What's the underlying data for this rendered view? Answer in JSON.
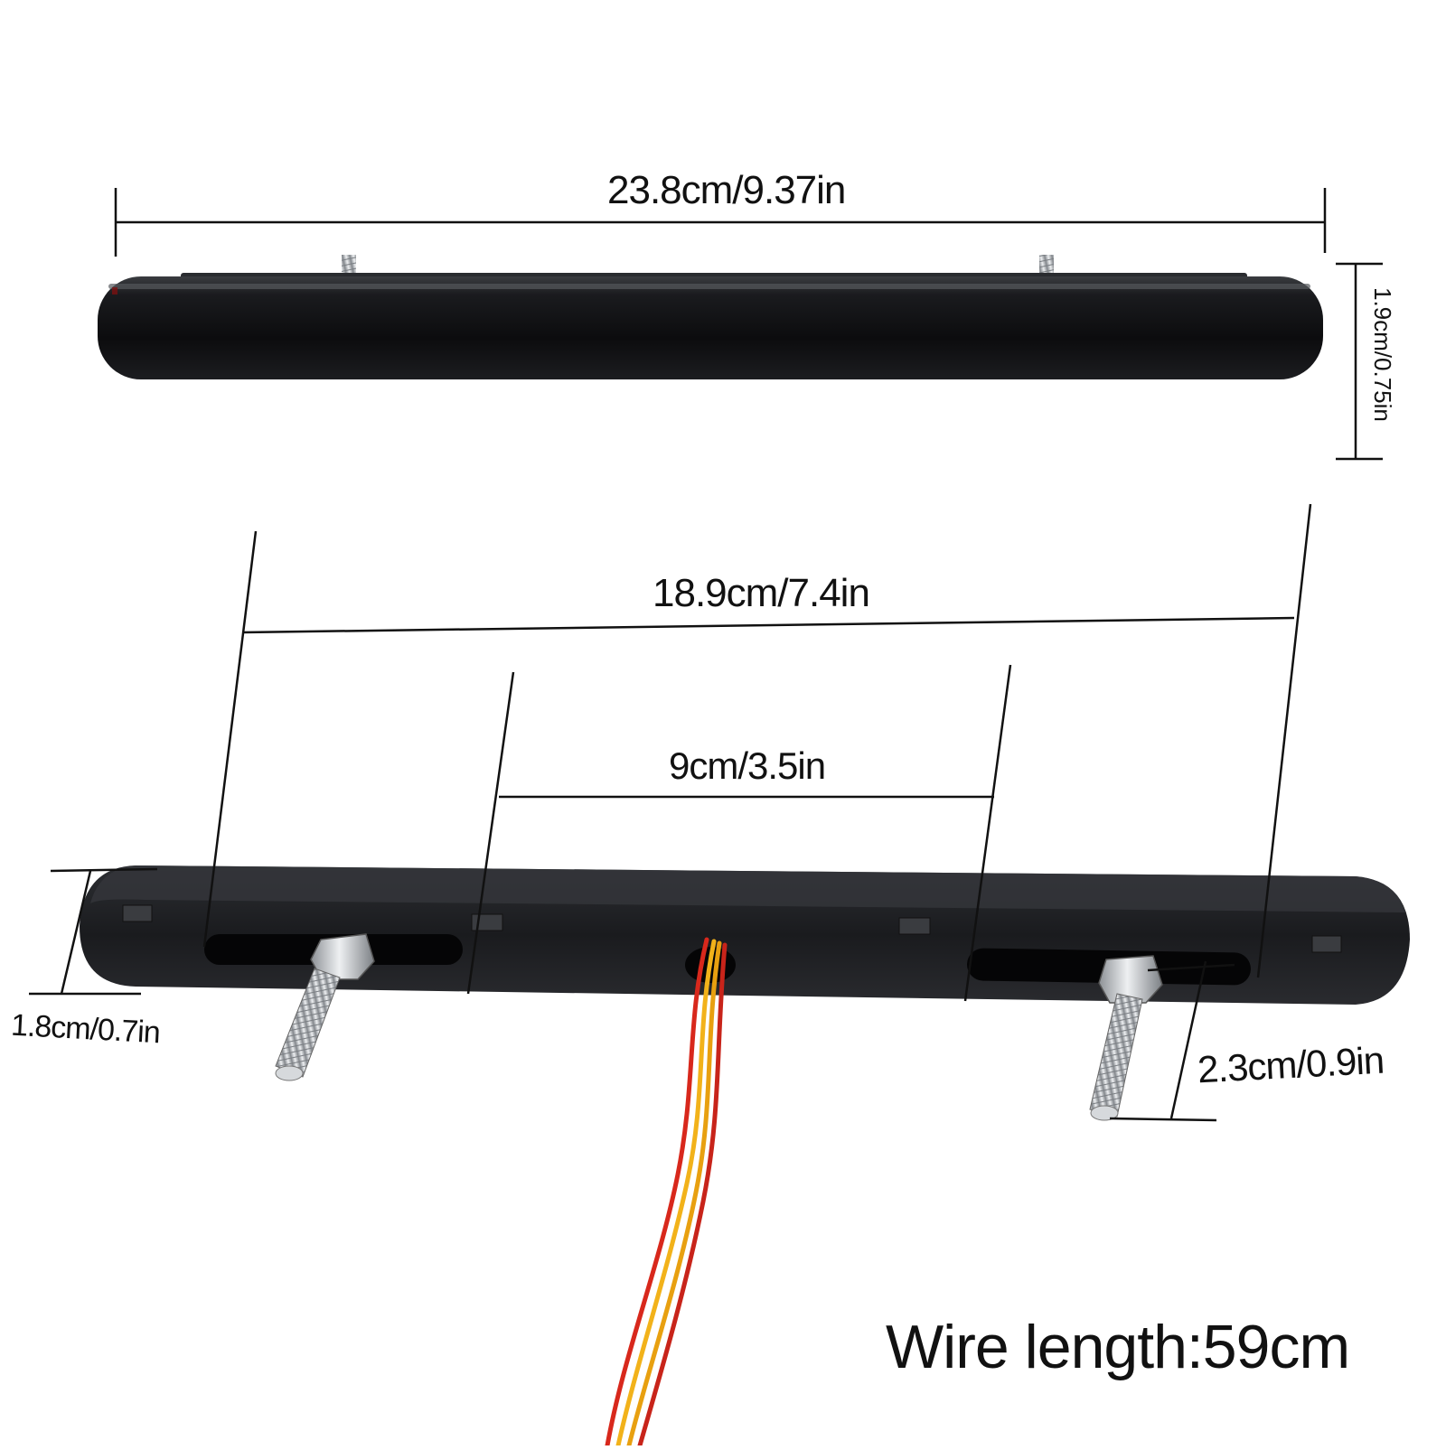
{
  "dimensions": {
    "total_length": "23.8cm/9.37in",
    "height": "1.9cm/0.75in",
    "mounting_span": "18.9cm/7.4in",
    "inner_span": "9cm/3.5in",
    "depth": "1.8cm/0.7in",
    "bolt_length": "2.3cm/0.9in"
  },
  "wire_length": "Wire length:59cm",
  "colors": {
    "lens": "#141416",
    "housing": "#222428",
    "bolt": "#c8ccd0",
    "wire_red": "#d8281c",
    "wire_yellow": "#f2b21a",
    "dimension_line": "#111111"
  }
}
